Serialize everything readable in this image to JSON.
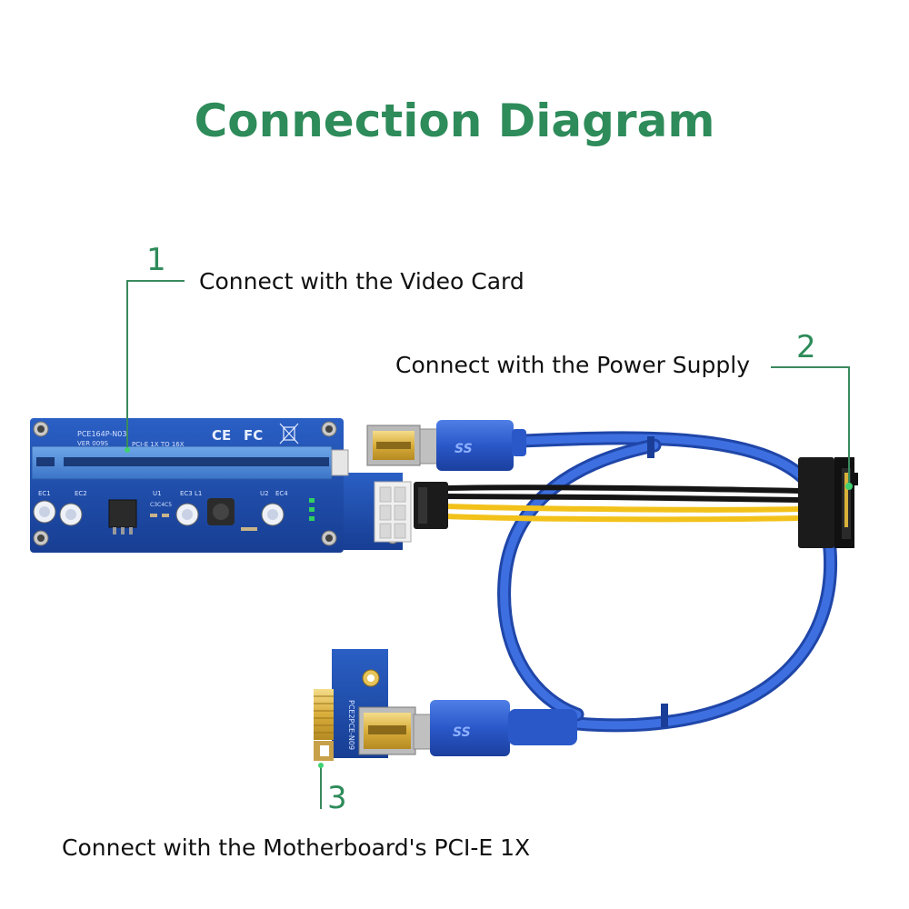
{
  "title": "Connection Diagram",
  "callouts": [
    {
      "number": "1",
      "label": "Connect with the Video Card"
    },
    {
      "number": "2",
      "label": "Connect with the Power Supply"
    },
    {
      "number": "3",
      "label": "Connect with the Motherboard's PCI-E 1X"
    }
  ],
  "board_marks": {
    "main_model": "PCE164P-N03",
    "slot_text": "PCI-E  1X  TO  16X",
    "version": "VER  009S",
    "ce": "CE",
    "fc": "FC",
    "small_model": "PCE2PCE-N09",
    "usb_ss": "SS",
    "ec1": "EC1",
    "ec2": "EC2",
    "ec3": "EC3",
    "ec4": "EC4",
    "u1": "U1",
    "u2": "U2",
    "l1": "L1",
    "c3c4": "C3C4C5"
  },
  "colors": {
    "title_green": "#2e8b5a",
    "pcb_blue": "#1f4fae",
    "cable_blue": "#2f5fd0",
    "connector_blue": "#1c3fb0",
    "gold": "#d8b23a",
    "wire_yellow": "#f2c21b",
    "wire_black": "#151515"
  }
}
